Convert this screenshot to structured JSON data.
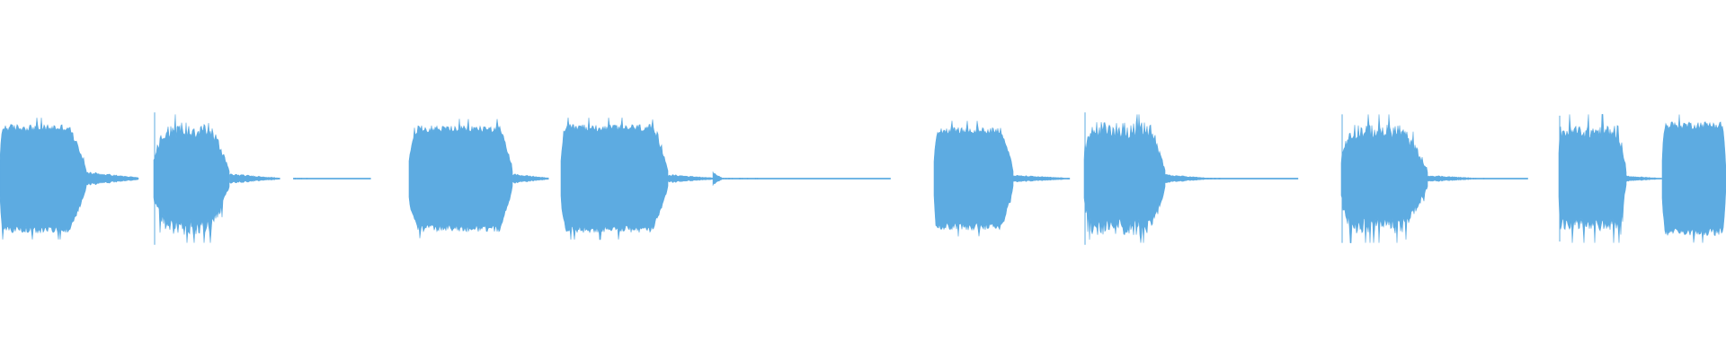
{
  "waveform": {
    "color": "#5DABE1",
    "background": "#FFFFFF",
    "clips": [
      {
        "start": 0.0,
        "end": 0.05,
        "attack": 0.03,
        "release": 0.2,
        "level": 0.95,
        "texture": "dense"
      },
      {
        "start": 0.089,
        "end": 0.133,
        "attack": 0.18,
        "release": 0.25,
        "level": 1.0,
        "texture": "peaky"
      },
      {
        "start": 0.237,
        "end": 0.297,
        "attack": 0.08,
        "release": 0.12,
        "level": 0.93,
        "texture": "dense"
      },
      {
        "start": 0.325,
        "end": 0.387,
        "attack": 0.05,
        "release": 0.15,
        "level": 0.95,
        "texture": "dense"
      },
      {
        "start": 0.541,
        "end": 0.587,
        "attack": 0.04,
        "release": 0.15,
        "level": 0.9,
        "texture": "dense"
      },
      {
        "start": 0.628,
        "end": 0.675,
        "attack": 0.1,
        "release": 0.18,
        "level": 1.0,
        "texture": "peaky"
      },
      {
        "start": 0.777,
        "end": 0.827,
        "attack": 0.12,
        "release": 0.3,
        "level": 0.97,
        "texture": "peaky"
      },
      {
        "start": 0.903,
        "end": 0.942,
        "attack": 0.02,
        "release": 0.12,
        "level": 0.95,
        "texture": "spiky"
      },
      {
        "start": 0.963,
        "end": 1.0,
        "attack": 0.05,
        "release": 0.05,
        "level": 1.0,
        "texture": "dense"
      }
    ],
    "tails": [
      {
        "start": 0.05,
        "end": 0.08,
        "level": 0.1
      },
      {
        "start": 0.133,
        "end": 0.162,
        "level": 0.07
      },
      {
        "start": 0.17,
        "end": 0.215,
        "level": 0.01
      },
      {
        "start": 0.297,
        "end": 0.318,
        "level": 0.07
      },
      {
        "start": 0.387,
        "end": 0.415,
        "level": 0.06
      },
      {
        "start": 0.413,
        "end": 0.418,
        "level": 0.1
      },
      {
        "start": 0.418,
        "end": 0.516,
        "level": 0.01
      },
      {
        "start": 0.587,
        "end": 0.62,
        "level": 0.05
      },
      {
        "start": 0.675,
        "end": 0.7,
        "level": 0.06
      },
      {
        "start": 0.7,
        "end": 0.752,
        "level": 0.01
      },
      {
        "start": 0.827,
        "end": 0.855,
        "level": 0.05
      },
      {
        "start": 0.855,
        "end": 0.885,
        "level": 0.01
      },
      {
        "start": 0.942,
        "end": 0.963,
        "level": 0.04
      }
    ]
  }
}
